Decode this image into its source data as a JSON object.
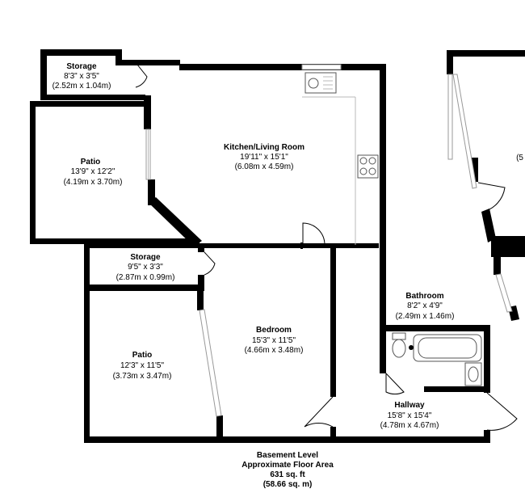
{
  "rooms": {
    "storage_top": {
      "name": "Storage",
      "dim_imperial": "8'3\" x 3'5\"",
      "dim_metric": "(2.52m x 1.04m)"
    },
    "patio_top": {
      "name": "Patio",
      "dim_imperial": "13'9\" x 12'2\"",
      "dim_metric": "(4.19m x 3.70m)"
    },
    "kitchen": {
      "name": "Kitchen/Living Room",
      "dim_imperial": "19'11\" x 15'1\"",
      "dim_metric": "(6.08m x 4.59m)"
    },
    "storage_mid": {
      "name": "Storage",
      "dim_imperial": "9'5\" x 3'3\"",
      "dim_metric": "(2.87m x 0.99m)"
    },
    "patio_bottom": {
      "name": "Patio",
      "dim_imperial": "12'3\" x 11'5\"",
      "dim_metric": "(3.73m x 3.47m)"
    },
    "bedroom": {
      "name": "Bedroom",
      "dim_imperial": "15'3\" x 11'5\"",
      "dim_metric": "(4.66m x 3.48m)"
    },
    "bathroom": {
      "name": "Bathroom",
      "dim_imperial": "8'2\" x 4'9\"",
      "dim_metric": "(2.49m x 1.46m)"
    },
    "hallway": {
      "name": "Hallway",
      "dim_imperial": "15'8\" x 15'4\"",
      "dim_metric": "(4.78m x 4.67m)"
    },
    "partial_right": {
      "fragment": "(5"
    }
  },
  "summary": {
    "level": "Basement Level",
    "area_label": "Approximate Floor Area",
    "area_sqft": "631 sq. ft",
    "area_sqm": "(58.66 sq. m)"
  }
}
